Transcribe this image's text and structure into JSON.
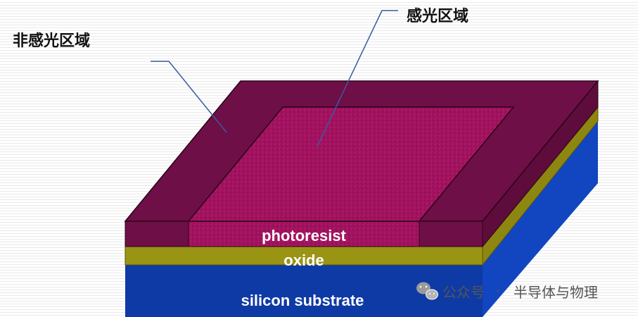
{
  "annotations": {
    "unexposed_region": "非感光区域",
    "exposed_region": "感光区域"
  },
  "layers": {
    "photoresist": "photoresist",
    "oxide": "oxide",
    "substrate": "silicon substrate"
  },
  "watermark": {
    "account_type": "公众号",
    "separator": "·",
    "account_name": "半导体与物理"
  },
  "colors": {
    "photoresist": "#6e0f47",
    "photoresist_exposed": "#a0125e",
    "oxide": "#9a9414",
    "substrate": "#0e3aa6"
  }
}
